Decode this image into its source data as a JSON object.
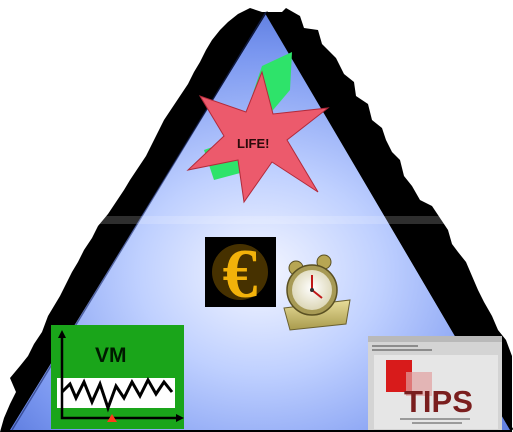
{
  "pyramid": {
    "top_label": "LIFE!",
    "chart_label": "VM",
    "product_label": "TIPS"
  },
  "icons": [
    "star-burst-icon",
    "euro-coin-icon",
    "alarm-clock-icon",
    "line-chart-icon",
    "tips-software-screenshot"
  ],
  "colors": {
    "pyramid_blue": "#6f8ff2",
    "chart_green": "#1aa51a",
    "star_red": "#e4455a",
    "leaf_green": "#2ee36a",
    "euro_gold": "#f2b20a",
    "tips_red": "#d81b1b"
  }
}
